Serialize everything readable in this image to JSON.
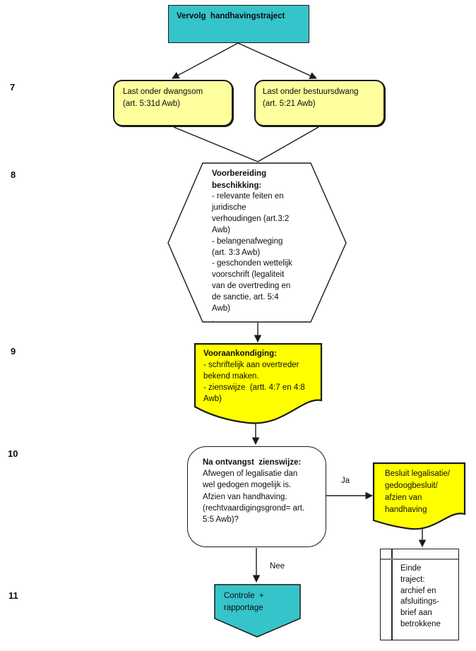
{
  "colors": {
    "teal": "#35C4CA",
    "light_yellow": "#FFFF9E",
    "yellow": "#FFFF00",
    "white": "#FFFFFF",
    "line": "#1a1a1a",
    "gray_line": "#808080"
  },
  "title": {
    "label": "Vervolg  handhavingstraject"
  },
  "steps": {
    "n7": "7",
    "n8": "8",
    "n9": "9",
    "n10": "10",
    "n11": "11"
  },
  "nodes": {
    "dwangsom": {
      "text": "Last onder dwangsom\n(art. 5:31d Awb)"
    },
    "bestuursdwang": {
      "text": "Last onder bestuursdwang\n(art. 5:21 Awb)"
    },
    "voorbereiding": {
      "heading": "Voorbereiding\nbeschikking:",
      "body": "- relevante feiten en\njuridische\nverhoudingen (art.3:2\nAwb)\n- belangenafweging\n(art. 3:3 Awb)\n- geschonden wettelijk\nvoorschrift (legaliteit\nvan de overtreding en\nde sanctie, art. 5:4\nAwb)\n."
    },
    "vooraankondiging": {
      "heading": "Vooraankondiging:",
      "body": "- schriftelijk aan overtreder\nbekend maken.\n- zienswijze  (artt. 4:7 en 4:8\nAwb)"
    },
    "na_ontvangst": {
      "heading": "Na ontvangst  zienswijze:",
      "body": "Afwegen of legalisatie dan\nwel gedogen mogelijk is.\nAfzien van handhaving.\n(rechtvaardigingsgrond= art.\n5:5 Awb)?"
    },
    "besluit": {
      "text": "Besluit legalisatie/\ngedoogbesluit/\nafzien van\nhandhaving"
    },
    "einde": {
      "text": "Einde\ntraject:\narchief en\nafsluitings-\nbrief aan\nbetrokkene"
    },
    "controle": {
      "text": "Controle  +\nrapportage"
    }
  },
  "edges": {
    "ja": "Ja",
    "nee": "Nee"
  }
}
